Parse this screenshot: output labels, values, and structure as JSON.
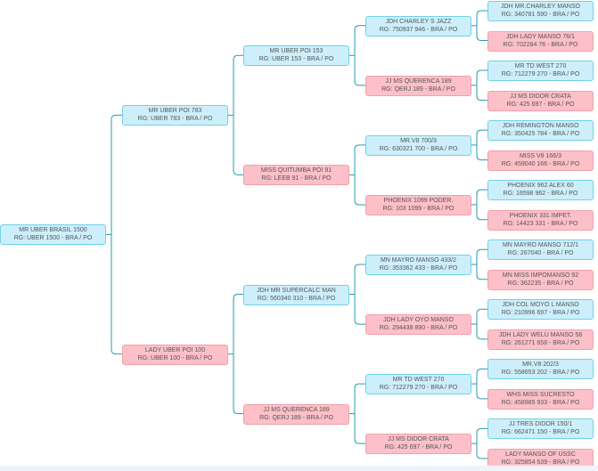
{
  "colors": {
    "male_fill": "#cdeffc",
    "female_fill": "#fdc0c8",
    "line": "#2a9bb0"
  },
  "pedigree": [
    {
      "name": "MR UBER BRASIL 1500",
      "rg": "RG: UBER 1500 - BRA / PO",
      "sex": "m"
    },
    {
      "name": "MR UBER POI 783",
      "rg": "RG: UBER 783 - BRA / PO",
      "sex": "m"
    },
    {
      "name": "LADY UBER POI 100",
      "rg": "RG: UBER 100 - BRA / PO",
      "sex": "f"
    },
    {
      "name": "MR UBER POI 153",
      "rg": "RG: UBER 153 - BRA / PO",
      "sex": "m"
    },
    {
      "name": "MISS QUITUMBA POI 91",
      "rg": "RG: LEEB 91 - BRA / PO",
      "sex": "f"
    },
    {
      "name": "JDH MR SUPERCALC MAN",
      "rg": "RG: 560340 310 - BRA / PO",
      "sex": "m"
    },
    {
      "name": "JJ MS QUERENCA 189",
      "rg": "RG: QERJ 189 - BRA / PO",
      "sex": "f"
    },
    {
      "name": "JDH CHARLEY S JAZZ",
      "rg": "RG: 750937 946 - BRA / PO",
      "sex": "m"
    },
    {
      "name": "JJ MS QUERENCA 189",
      "rg": "RG: QERJ 189 - BRA / PO",
      "sex": "f"
    },
    {
      "name": "MR.V8 700/3",
      "rg": "RG: 630321 700 - BRA / PO",
      "sex": "m"
    },
    {
      "name": "PHOENIX 1099 PODER.",
      "rg": "RG: 103 1099 - BRA / PO",
      "sex": "f"
    },
    {
      "name": "MN MAYRO MANSO 433/2",
      "rg": "RG: 353362 433 - BRA / PO",
      "sex": "m"
    },
    {
      "name": "JDH LADY OYO MANSO",
      "rg": "RG: 294438 890 - BRA / PO",
      "sex": "f"
    },
    {
      "name": "MR TD WEST 270",
      "rg": "RG: 712279 270 - BRA / PO",
      "sex": "m"
    },
    {
      "name": "JJ MS DIDOR CRATA",
      "rg": "RG: 425 697 - BRA / PO",
      "sex": "f"
    },
    {
      "name": "JDH MR.CHARLEY MANSO",
      "rg": "RG: 340781 590 - BRA / PO",
      "sex": "m"
    },
    {
      "name": "JDH LADY MANSO 76/1",
      "rg": "RG: 702284 76 - BRA / PO",
      "sex": "f"
    },
    {
      "name": "MR TD WEST 270",
      "rg": "RG: 712279 270 - BRA / PO",
      "sex": "m"
    },
    {
      "name": "JJ MS DIDOR CRATA",
      "rg": "RG: 425 697 - BRA / PO",
      "sex": "f"
    },
    {
      "name": "JDH REMINGTON MANSO",
      "rg": "RG: 350425 784 - BRA / PO",
      "sex": "m"
    },
    {
      "name": "MISS V8 166/3",
      "rg": "RG: 459040 166 - BRA / PO",
      "sex": "f"
    },
    {
      "name": "PHOENIX 962 ALEX 60",
      "rg": "RG: 16598 962 - BRA / PO",
      "sex": "m"
    },
    {
      "name": "PHOENIX 331 IMPET.",
      "rg": "RG: 14423 331 - BRA / PO",
      "sex": "f"
    },
    {
      "name": "MN MAYRO MANSO 712/1",
      "rg": "RG: 267040 - BRA / PO",
      "sex": "m"
    },
    {
      "name": "MN MISS IMPOMANSO 92",
      "rg": "RG: 362235 - BRA / PO",
      "sex": "f"
    },
    {
      "name": "JDH COL MOYO L MANSO",
      "rg": "RG: 210996 697 - BRA / PO",
      "sex": "m"
    },
    {
      "name": "JDH LADY WELU MANSO 58",
      "rg": "RG: 261271 658 - BRA / PO",
      "sex": "f"
    },
    {
      "name": "MR.V8 202/3",
      "rg": "RG: 558653 202 - BRA / PO",
      "sex": "m"
    },
    {
      "name": "WHS MISS SUCRESTO",
      "rg": "RG: 458985 933 - BRA / PO",
      "sex": "f"
    },
    {
      "name": "JJ TRES DIDOR 150/1",
      "rg": "RG: 662471 150 - BRA / PO",
      "sex": "m"
    },
    {
      "name": "LADY MANSO OF USSC",
      "rg": "RG: 325854 539 - BRA / PO",
      "sex": "f"
    }
  ]
}
